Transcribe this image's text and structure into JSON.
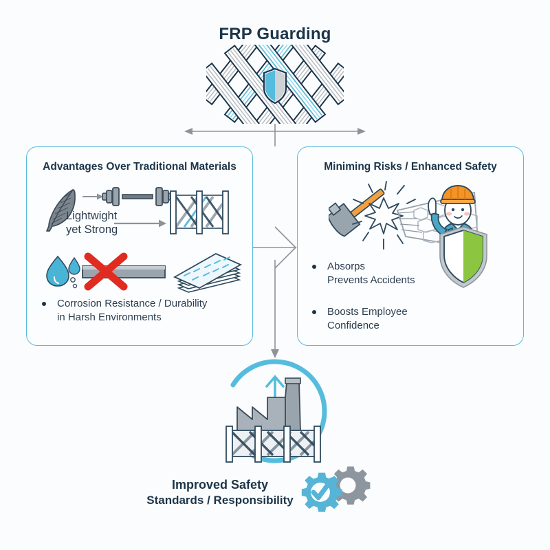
{
  "title": "FRP Guarding",
  "colors": {
    "accent_blue": "#58bcdd",
    "deep_navy": "#1d3549",
    "body_text": "#2b3d4f",
    "gray_arrow": "#8d9398",
    "steel_gray": "#8f9aa3",
    "shield_green": "#8cc540",
    "hat_orange": "#f59324",
    "shirt_teal": "#4aa8c4",
    "warn_red": "#e02b20",
    "water_blue": "#49b4d6",
    "background": "#fbfcfd"
  },
  "header_graphic": {
    "icon": "frp-lattice-mesh-icon",
    "shield_icon": "shield-icon"
  },
  "cards": [
    {
      "id": "advantages",
      "title": "Advantages Over Traditional Materials",
      "illustrations": [
        {
          "icon": "feather-icon",
          "label": "Lightwight\nyet Strong"
        },
        {
          "icon": "dumbbell-icon"
        },
        {
          "icon": "frp-barrier-icon"
        },
        {
          "icon": "water-drop-icon"
        },
        {
          "icon": "red-x-icon"
        },
        {
          "icon": "steel-bar-icon"
        },
        {
          "icon": "frp-sheet-stack-icon"
        }
      ],
      "label_line1": "Lightwight",
      "label_line2": "yet Strong",
      "bullets": [
        {
          "line1": "Corrosion Resistance / Durability",
          "line2": "in Harsh Environments"
        }
      ]
    },
    {
      "id": "risks",
      "title": "Miniming Risks / Enhanced Safety",
      "illustrations": [
        {
          "icon": "hammer-icon"
        },
        {
          "icon": "impact-burst-icon"
        },
        {
          "icon": "honeycomb-mesh-icon"
        },
        {
          "icon": "worker-hardhat-icon"
        },
        {
          "icon": "green-shield-icon"
        }
      ],
      "bullets": [
        {
          "line1": "Absorps",
          "line2": "Prevents Accidents"
        },
        {
          "line1": "Boosts Employee",
          "line2": "Confidence"
        }
      ]
    }
  ],
  "bottom": {
    "icon": "factory-with-frp-fence-icon",
    "ring_icon": "circular-ring-icon",
    "arrow_icon": "up-arrow-icon",
    "gear_icon": "gear-check-icon",
    "caption_line1": "Improved Safety",
    "caption_line2": "Standards / Responsibility"
  },
  "connectors": {
    "split_arrow": "double-headed-arrow",
    "merge_arrow": "down-merge-arrow"
  }
}
